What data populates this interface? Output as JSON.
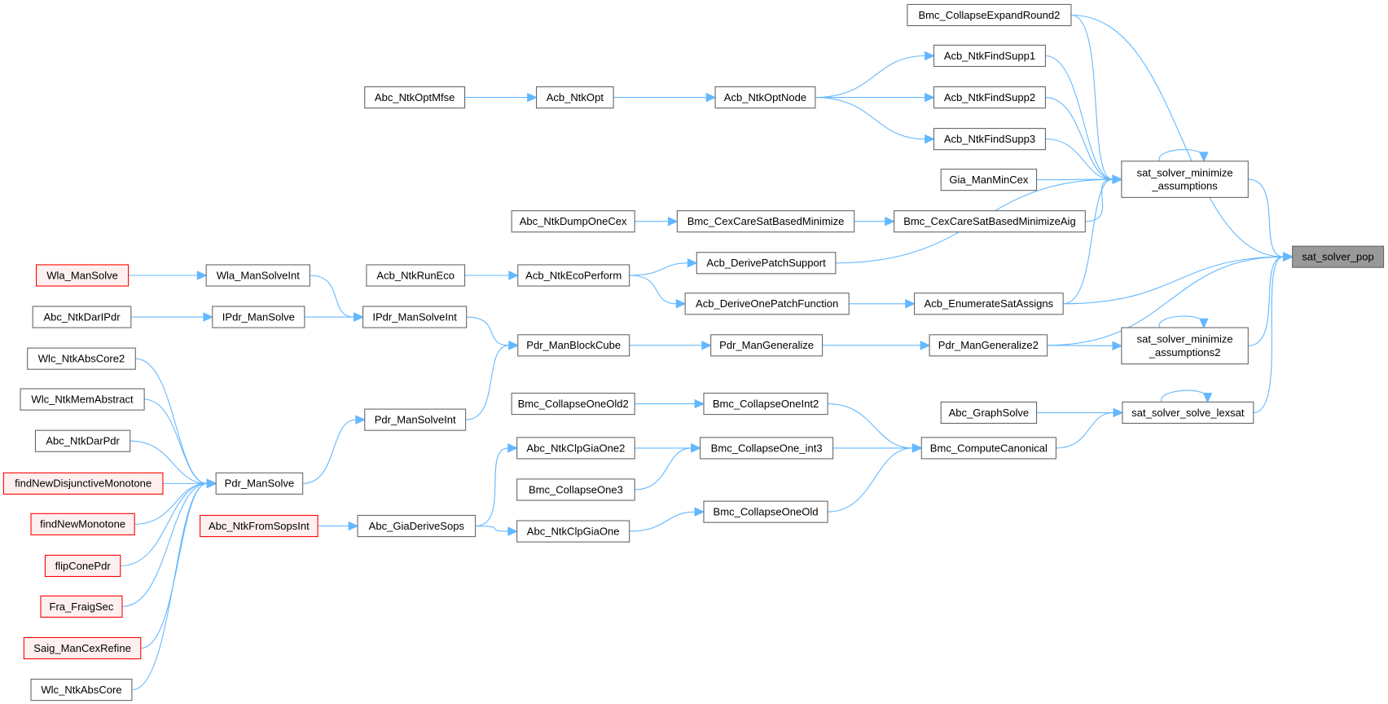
{
  "graph": {
    "focus_node": "sat_solver_pop",
    "colors": {
      "edge": "#63b8ff",
      "focus_fill": "#999999",
      "red_border": "#ff0000",
      "red_fill": "#fff0f0",
      "border": "#666666"
    },
    "nodes": [
      {
        "id": "sat_solver_pop",
        "lines": [
          "sat_solver_pop"
        ],
        "kind": "current"
      },
      {
        "id": "Bmc_CollapseExpandRound2",
        "lines": [
          "Bmc_CollapseExpandRound2"
        ],
        "kind": "normal"
      },
      {
        "id": "Acb_NtkFindSupp1",
        "lines": [
          "Acb_NtkFindSupp1"
        ],
        "kind": "normal"
      },
      {
        "id": "Acb_NtkFindSupp2",
        "lines": [
          "Acb_NtkFindSupp2"
        ],
        "kind": "normal"
      },
      {
        "id": "Acb_NtkFindSupp3",
        "lines": [
          "Acb_NtkFindSupp3"
        ],
        "kind": "normal"
      },
      {
        "id": "Gia_ManMinCex",
        "lines": [
          "Gia_ManMinCex"
        ],
        "kind": "normal"
      },
      {
        "id": "sat_solver_minimize_assumptions",
        "lines": [
          "sat_solver_minimize",
          "_assumptions"
        ],
        "kind": "normal"
      },
      {
        "id": "Bmc_CexCareSatBasedMinimizeAig",
        "lines": [
          "Bmc_CexCareSatBasedMinimizeAig"
        ],
        "kind": "normal"
      },
      {
        "id": "Acb_EnumerateSatAssigns",
        "lines": [
          "Acb_EnumerateSatAssigns"
        ],
        "kind": "normal"
      },
      {
        "id": "Pdr_ManGeneralize2",
        "lines": [
          "Pdr_ManGeneralize2"
        ],
        "kind": "normal"
      },
      {
        "id": "sat_solver_minimize_assumptions2",
        "lines": [
          "sat_solver_minimize",
          "_assumptions2"
        ],
        "kind": "normal"
      },
      {
        "id": "Abc_GraphSolve",
        "lines": [
          "Abc_GraphSolve"
        ],
        "kind": "normal"
      },
      {
        "id": "sat_solver_solve_lexsat",
        "lines": [
          "sat_solver_solve_lexsat"
        ],
        "kind": "normal"
      },
      {
        "id": "Bmc_ComputeCanonical",
        "lines": [
          "Bmc_ComputeCanonical"
        ],
        "kind": "normal"
      },
      {
        "id": "Bmc_CollapseOneInt2",
        "lines": [
          "Bmc_CollapseOneInt2"
        ],
        "kind": "normal"
      },
      {
        "id": "Bmc_CollapseOneOld2",
        "lines": [
          "Bmc_CollapseOneOld2"
        ],
        "kind": "normal"
      },
      {
        "id": "Bmc_CollapseOne_int3",
        "lines": [
          "Bmc_CollapseOne_int3"
        ],
        "kind": "normal"
      },
      {
        "id": "Abc_NtkClpGiaOne2",
        "lines": [
          "Abc_NtkClpGiaOne2"
        ],
        "kind": "normal"
      },
      {
        "id": "Bmc_CollapseOne3",
        "lines": [
          "Bmc_CollapseOne3"
        ],
        "kind": "normal"
      },
      {
        "id": "Bmc_CollapseOneOld",
        "lines": [
          "Bmc_CollapseOneOld"
        ],
        "kind": "normal"
      },
      {
        "id": "Abc_NtkClpGiaOne",
        "lines": [
          "Abc_NtkClpGiaOne"
        ],
        "kind": "normal"
      },
      {
        "id": "Abc_GiaDeriveSops",
        "lines": [
          "Abc_GiaDeriveSops"
        ],
        "kind": "normal"
      },
      {
        "id": "Abc_NtkFromSopsInt",
        "lines": [
          "Abc_NtkFromSopsInt"
        ],
        "kind": "red"
      },
      {
        "id": "Abc_NtkOptMfse",
        "lines": [
          "Abc_NtkOptMfse"
        ],
        "kind": "normal"
      },
      {
        "id": "Acb_NtkOpt",
        "lines": [
          "Acb_NtkOpt"
        ],
        "kind": "normal"
      },
      {
        "id": "Acb_NtkOptNode",
        "lines": [
          "Acb_NtkOptNode"
        ],
        "kind": "normal"
      },
      {
        "id": "Abc_NtkDumpOneCex",
        "lines": [
          "Abc_NtkDumpOneCex"
        ],
        "kind": "normal"
      },
      {
        "id": "Bmc_CexCareSatBasedMinimize",
        "lines": [
          "Bmc_CexCareSatBasedMinimize"
        ],
        "kind": "normal"
      },
      {
        "id": "Acb_DerivePatchSupport",
        "lines": [
          "Acb_DerivePatchSupport"
        ],
        "kind": "normal"
      },
      {
        "id": "Acb_NtkRunEco",
        "lines": [
          "Acb_NtkRunEco"
        ],
        "kind": "normal"
      },
      {
        "id": "Acb_NtkEcoPerform",
        "lines": [
          "Acb_NtkEcoPerform"
        ],
        "kind": "normal"
      },
      {
        "id": "Acb_DeriveOnePatchFunction",
        "lines": [
          "Acb_DeriveOnePatchFunction"
        ],
        "kind": "normal"
      },
      {
        "id": "Wla_ManSolve",
        "lines": [
          "Wla_ManSolve"
        ],
        "kind": "red"
      },
      {
        "id": "Wla_ManSolveInt",
        "lines": [
          "Wla_ManSolveInt"
        ],
        "kind": "normal"
      },
      {
        "id": "Abc_NtkDarIPdr",
        "lines": [
          "Abc_NtkDarIPdr"
        ],
        "kind": "normal"
      },
      {
        "id": "IPdr_ManSolve",
        "lines": [
          "IPdr_ManSolve"
        ],
        "kind": "normal"
      },
      {
        "id": "IPdr_ManSolveInt",
        "lines": [
          "IPdr_ManSolveInt"
        ],
        "kind": "normal"
      },
      {
        "id": "Pdr_ManBlockCube",
        "lines": [
          "Pdr_ManBlockCube"
        ],
        "kind": "normal"
      },
      {
        "id": "Pdr_ManGeneralize",
        "lines": [
          "Pdr_ManGeneralize"
        ],
        "kind": "normal"
      },
      {
        "id": "Pdr_ManSolveInt",
        "lines": [
          "Pdr_ManSolveInt"
        ],
        "kind": "normal"
      },
      {
        "id": "Pdr_ManSolve",
        "lines": [
          "Pdr_ManSolve"
        ],
        "kind": "normal"
      },
      {
        "id": "Wlc_NtkAbsCore2",
        "lines": [
          "Wlc_NtkAbsCore2"
        ],
        "kind": "normal"
      },
      {
        "id": "Wlc_NtkMemAbstract",
        "lines": [
          "Wlc_NtkMemAbstract"
        ],
        "kind": "normal"
      },
      {
        "id": "Abc_NtkDarPdr",
        "lines": [
          "Abc_NtkDarPdr"
        ],
        "kind": "normal"
      },
      {
        "id": "findNewDisjunctiveMonotone",
        "lines": [
          "findNewDisjunctiveMonotone"
        ],
        "kind": "red"
      },
      {
        "id": "findNewMonotone",
        "lines": [
          "findNewMonotone"
        ],
        "kind": "red"
      },
      {
        "id": "flipConePdr",
        "lines": [
          "flipConePdr"
        ],
        "kind": "red"
      },
      {
        "id": "Fra_FraigSec",
        "lines": [
          "Fra_FraigSec"
        ],
        "kind": "red"
      },
      {
        "id": "Saig_ManCexRefine",
        "lines": [
          "Saig_ManCexRefine"
        ],
        "kind": "red"
      },
      {
        "id": "Wlc_NtkAbsCore",
        "lines": [
          "Wlc_NtkAbsCore"
        ],
        "kind": "normal"
      }
    ],
    "edges": [
      [
        "Abc_NtkOptMfse",
        "Acb_NtkOpt"
      ],
      [
        "Acb_NtkOpt",
        "Acb_NtkOptNode"
      ],
      [
        "Acb_NtkOptNode",
        "Acb_NtkFindSupp1"
      ],
      [
        "Acb_NtkOptNode",
        "Acb_NtkFindSupp2"
      ],
      [
        "Acb_NtkOptNode",
        "Acb_NtkFindSupp3"
      ],
      [
        "Acb_NtkFindSupp1",
        "sat_solver_minimize_assumptions"
      ],
      [
        "Acb_NtkFindSupp2",
        "sat_solver_minimize_assumptions"
      ],
      [
        "Acb_NtkFindSupp3",
        "sat_solver_minimize_assumptions"
      ],
      [
        "Bmc_CollapseExpandRound2",
        "sat_solver_minimize_assumptions"
      ],
      [
        "Bmc_CollapseExpandRound2",
        "sat_solver_pop"
      ],
      [
        "Gia_ManMinCex",
        "sat_solver_minimize_assumptions"
      ],
      [
        "Bmc_CexCareSatBasedMinimizeAig",
        "sat_solver_minimize_assumptions"
      ],
      [
        "Acb_DerivePatchSupport",
        "sat_solver_minimize_assumptions"
      ],
      [
        "Acb_EnumerateSatAssigns",
        "sat_solver_minimize_assumptions"
      ],
      [
        "Acb_EnumerateSatAssigns",
        "sat_solver_pop"
      ],
      [
        "sat_solver_minimize_assumptions",
        "sat_solver_pop"
      ],
      [
        "sat_solver_minimize_assumptions",
        "sat_solver_minimize_assumptions"
      ],
      [
        "Pdr_ManGeneralize2",
        "sat_solver_pop"
      ],
      [
        "Pdr_ManGeneralize2",
        "sat_solver_minimize_assumptions2"
      ],
      [
        "sat_solver_minimize_assumptions2",
        "sat_solver_pop"
      ],
      [
        "sat_solver_minimize_assumptions2",
        "sat_solver_minimize_assumptions2"
      ],
      [
        "sat_solver_solve_lexsat",
        "sat_solver_pop"
      ],
      [
        "sat_solver_solve_lexsat",
        "sat_solver_solve_lexsat"
      ],
      [
        "Abc_GraphSolve",
        "sat_solver_solve_lexsat"
      ],
      [
        "Bmc_ComputeCanonical",
        "sat_solver_solve_lexsat"
      ],
      [
        "Abc_NtkDumpOneCex",
        "Bmc_CexCareSatBasedMinimize"
      ],
      [
        "Bmc_CexCareSatBasedMinimize",
        "Bmc_CexCareSatBasedMinimizeAig"
      ],
      [
        "Acb_NtkRunEco",
        "Acb_NtkEcoPerform"
      ],
      [
        "Acb_NtkEcoPerform",
        "Acb_DerivePatchSupport"
      ],
      [
        "Acb_NtkEcoPerform",
        "Acb_DeriveOnePatchFunction"
      ],
      [
        "Acb_DeriveOnePatchFunction",
        "Acb_EnumerateSatAssigns"
      ],
      [
        "Wla_ManSolve",
        "Wla_ManSolveInt"
      ],
      [
        "Wla_ManSolveInt",
        "IPdr_ManSolveInt"
      ],
      [
        "Abc_NtkDarIPdr",
        "IPdr_ManSolve"
      ],
      [
        "IPdr_ManSolve",
        "IPdr_ManSolveInt"
      ],
      [
        "IPdr_ManSolveInt",
        "Pdr_ManBlockCube"
      ],
      [
        "Pdr_ManBlockCube",
        "Pdr_ManGeneralize"
      ],
      [
        "Pdr_ManGeneralize",
        "Pdr_ManGeneralize2"
      ],
      [
        "Pdr_ManSolveInt",
        "Pdr_ManBlockCube"
      ],
      [
        "Pdr_ManSolve",
        "Pdr_ManSolveInt"
      ],
      [
        "Wlc_NtkAbsCore2",
        "Pdr_ManSolve"
      ],
      [
        "Wlc_NtkMemAbstract",
        "Pdr_ManSolve"
      ],
      [
        "Abc_NtkDarPdr",
        "Pdr_ManSolve"
      ],
      [
        "findNewDisjunctiveMonotone",
        "Pdr_ManSolve"
      ],
      [
        "findNewMonotone",
        "Pdr_ManSolve"
      ],
      [
        "flipConePdr",
        "Pdr_ManSolve"
      ],
      [
        "Fra_FraigSec",
        "Pdr_ManSolve"
      ],
      [
        "Saig_ManCexRefine",
        "Pdr_ManSolve"
      ],
      [
        "Wlc_NtkAbsCore",
        "Pdr_ManSolve"
      ],
      [
        "Abc_NtkFromSopsInt",
        "Abc_GiaDeriveSops"
      ],
      [
        "Abc_GiaDeriveSops",
        "Abc_NtkClpGiaOne2"
      ],
      [
        "Abc_GiaDeriveSops",
        "Abc_NtkClpGiaOne"
      ],
      [
        "Bmc_CollapseOneOld2",
        "Bmc_CollapseOneInt2"
      ],
      [
        "Bmc_CollapseOneInt2",
        "Bmc_ComputeCanonical"
      ],
      [
        "Abc_NtkClpGiaOne2",
        "Bmc_CollapseOne_int3"
      ],
      [
        "Bmc_CollapseOne3",
        "Bmc_CollapseOne_int3"
      ],
      [
        "Bmc_CollapseOne_int3",
        "Bmc_ComputeCanonical"
      ],
      [
        "Abc_NtkClpGiaOne",
        "Bmc_CollapseOneOld"
      ],
      [
        "Bmc_CollapseOneOld",
        "Bmc_ComputeCanonical"
      ]
    ]
  }
}
